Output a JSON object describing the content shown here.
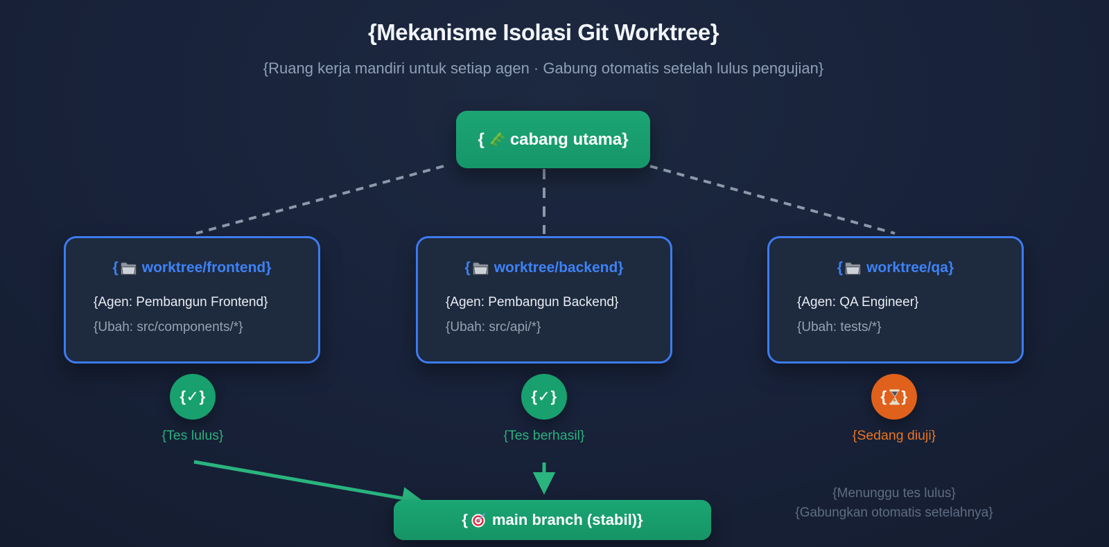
{
  "header": {
    "title": "{Mekanisme Isolasi Git Worktree}",
    "subtitle": "{Ruang kerja mandiri untuk setiap agen · Gabung otomatis setelah lulus pengujian}"
  },
  "root_branch": {
    "brace_open": "{",
    "icon": "herb-icon",
    "label": "cabang utama}"
  },
  "worktrees": [
    {
      "brace_open": "{",
      "icon": "folder-icon",
      "title": "worktree/frontend}",
      "agent": "{Agen: Pembangun Frontend}",
      "scope": "{Ubah: src/components/*}"
    },
    {
      "brace_open": "{",
      "icon": "folder-icon",
      "title": "worktree/backend}",
      "agent": "{Agen: Pembangun Backend}",
      "scope": "{Ubah: src/api/*}"
    },
    {
      "brace_open": "{",
      "icon": "folder-icon",
      "title": "worktree/qa}",
      "agent": "{Agen: QA Engineer}",
      "scope": "{Ubah: tests/*}"
    }
  ],
  "statuses": [
    {
      "state": "passed",
      "icon": "check-icon",
      "badge": "{✓}",
      "label": "{Tes lulus}"
    },
    {
      "state": "passed",
      "icon": "check-icon",
      "badge": "{✓}",
      "label": "{Tes berhasil}"
    },
    {
      "state": "testing",
      "icon": "hourglass-icon",
      "brace_open": "{",
      "brace_close": "}",
      "label": "{Sedang diuji}"
    }
  ],
  "main_branch": {
    "brace_open": "{",
    "icon": "target-icon",
    "label": "main branch (stabil)}"
  },
  "pending_note": {
    "line1": "{Menunggu tes lulus}",
    "line2": "{Gabungkan otomatis setelahnya}"
  },
  "colors": {
    "background": "#18223A",
    "node_green": "#18A06E",
    "arrow_green": "#2AB47E",
    "status_orange": "#E0611B",
    "card_border_blue": "#3D7BF0",
    "card_title_blue": "#3E82F6",
    "card_bg": "#1E2A3E",
    "text_light": "#E8EDF4",
    "text_muted": "#97A3B4",
    "label_green": "#2BB07D",
    "label_orange": "#EA7420",
    "note_gray": "#5F6D83",
    "dash_gray": "#8C99AB"
  }
}
